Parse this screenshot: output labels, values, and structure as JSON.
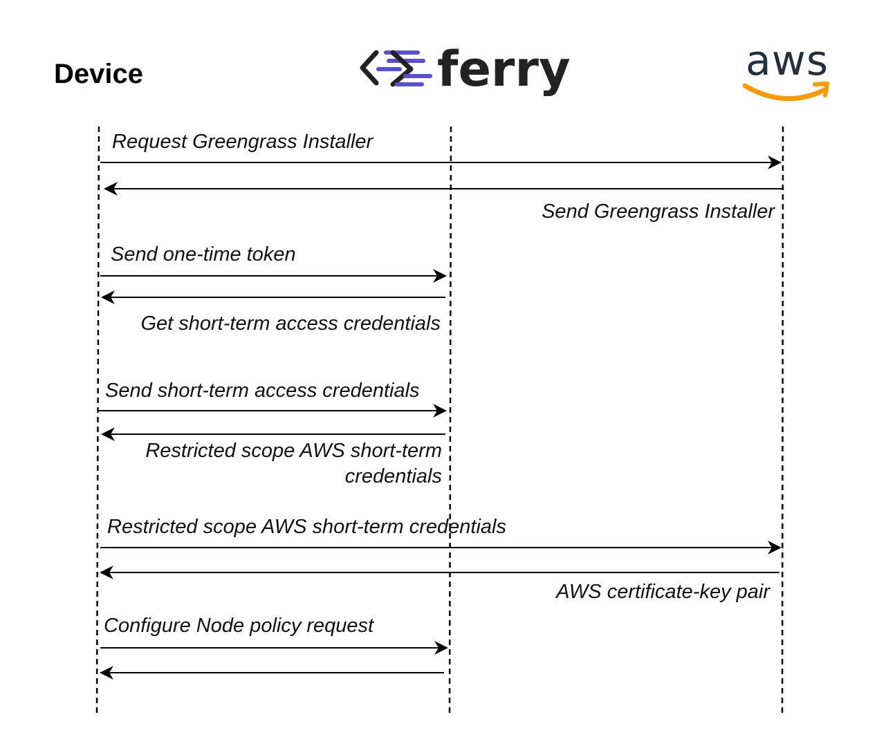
{
  "participants": {
    "device": {
      "label": "Device"
    },
    "ferry": {
      "label": "ferry",
      "icon": "ferry-logo-icon",
      "accent": "#5b4ce0",
      "text_color": "#222222"
    },
    "aws": {
      "label": "aws",
      "icon": "aws-smile-icon",
      "accent": "#ff9900",
      "text_color": "#232f3e"
    }
  },
  "messages": [
    {
      "from": "device",
      "to": "aws",
      "label": "Request Greengrass Installer"
    },
    {
      "from": "aws",
      "to": "device",
      "label": "Send Greengrass Installer"
    },
    {
      "from": "device",
      "to": "ferry",
      "label": "Send one-time token"
    },
    {
      "from": "ferry",
      "to": "device",
      "label": "Get short-term access credentials"
    },
    {
      "from": "device",
      "to": "ferry",
      "label": "Send short-term access credentials"
    },
    {
      "from": "ferry",
      "to": "device",
      "label_lines": [
        "Restricted scope AWS short-term",
        "credentials"
      ]
    },
    {
      "from": "device",
      "to": "aws",
      "label": "Restricted scope AWS short-term credentials"
    },
    {
      "from": "aws",
      "to": "device",
      "label": "AWS certificate-key pair"
    },
    {
      "from": "device",
      "to": "ferry",
      "label": "Configure Node policy request"
    },
    {
      "from": "ferry",
      "to": "device",
      "label": ""
    }
  ]
}
